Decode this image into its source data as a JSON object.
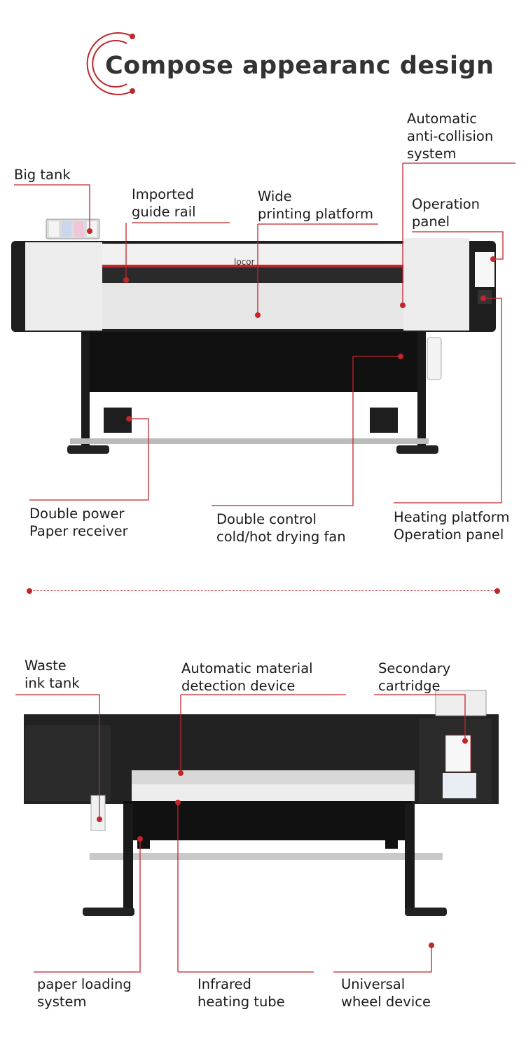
{
  "header": {
    "title": "Compose appearanc design"
  },
  "colors": {
    "accent": "#c0262b",
    "machine_body": "#1f1f1f",
    "machine_panel": "#e9e9e9"
  },
  "top_section": {
    "brand_on_machine": "locor",
    "labels": {
      "big_tank": [
        "Big tank"
      ],
      "guide_rail": [
        "Imported",
        "guide rail"
      ],
      "printing_platform": [
        "Wide",
        "printing platform"
      ],
      "anti_collision": [
        "Automatic",
        "anti-collision",
        "system"
      ],
      "operation_panel": [
        "Operation",
        "panel"
      ],
      "paper_receiver": [
        "Double power",
        "Paper receiver"
      ],
      "drying_fan": [
        "Double control",
        "cold/hot drying fan"
      ],
      "heating_panel": [
        "Heating platform",
        "Operation panel"
      ]
    }
  },
  "bottom_section": {
    "labels": {
      "waste_ink": [
        "Waste",
        "ink tank"
      ],
      "material_detection": [
        "Automatic material",
        "detection device"
      ],
      "secondary_cartridge": [
        "Secondary",
        "cartridge"
      ],
      "paper_loading": [
        "paper loading",
        "system"
      ],
      "infrared_tube": [
        "Infrared",
        "heating tube"
      ],
      "universal_wheel": [
        "Universal",
        "wheel device"
      ]
    }
  }
}
